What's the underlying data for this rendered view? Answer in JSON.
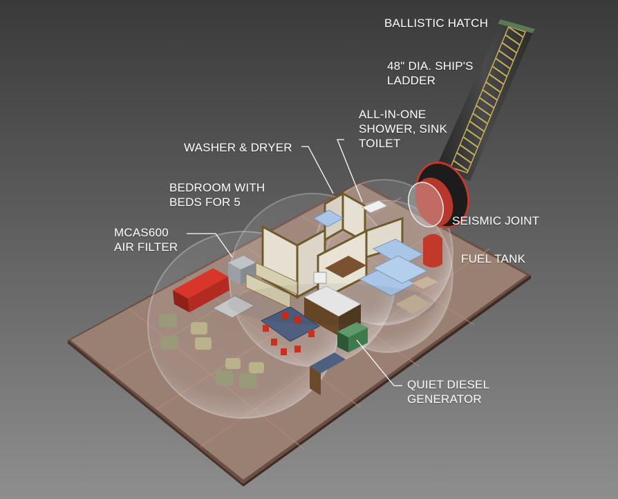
{
  "labels": {
    "ballistic_hatch": "BALLISTIC HATCH",
    "ladder": [
      "48\" DIA. SHIP'S",
      "LADDER"
    ],
    "bathroom": [
      "ALL-IN-ONE",
      "SHOWER, SINK",
      "TOILET"
    ],
    "washer_dryer": "WASHER & DRYER",
    "bedroom": [
      "BEDROOM WITH",
      "BEDS FOR 5"
    ],
    "air_filter": [
      "MCAS600",
      "AIR FILTER"
    ],
    "seismic_joint": "SEISMIC JOINT",
    "fuel_tank": "FUEL TANK",
    "generator": [
      "QUIET DIESEL",
      "GENERATOR"
    ]
  },
  "colors": {
    "floor": "#9a7f73",
    "floor_edge": "#5a3f36",
    "dome_glass": "#d8d8d8",
    "sofa": "#d9352b",
    "ladder_tube": "#3c3c3c",
    "ladder_rungs": "#c9b25a",
    "fuel_tank": "#c0392b",
    "generator": "#3f7a4c",
    "partition": "#e6e0d2",
    "beds": "#a9c6e8",
    "counter": "#f2f2f2",
    "table": "#4f5f80",
    "chair": "#c8301f",
    "leader_line": "#ffffff"
  }
}
